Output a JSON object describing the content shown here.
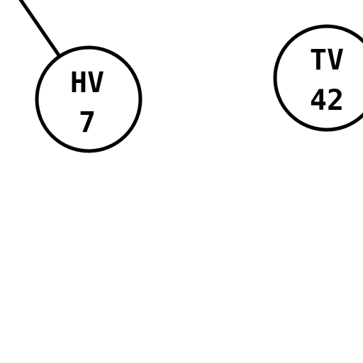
{
  "diagram": {
    "stroke_color": "#000000",
    "fill_color": "#ffffff",
    "nodes": [
      {
        "label": "HV",
        "value": "7"
      },
      {
        "label": "TV",
        "value": "42"
      }
    ]
  }
}
